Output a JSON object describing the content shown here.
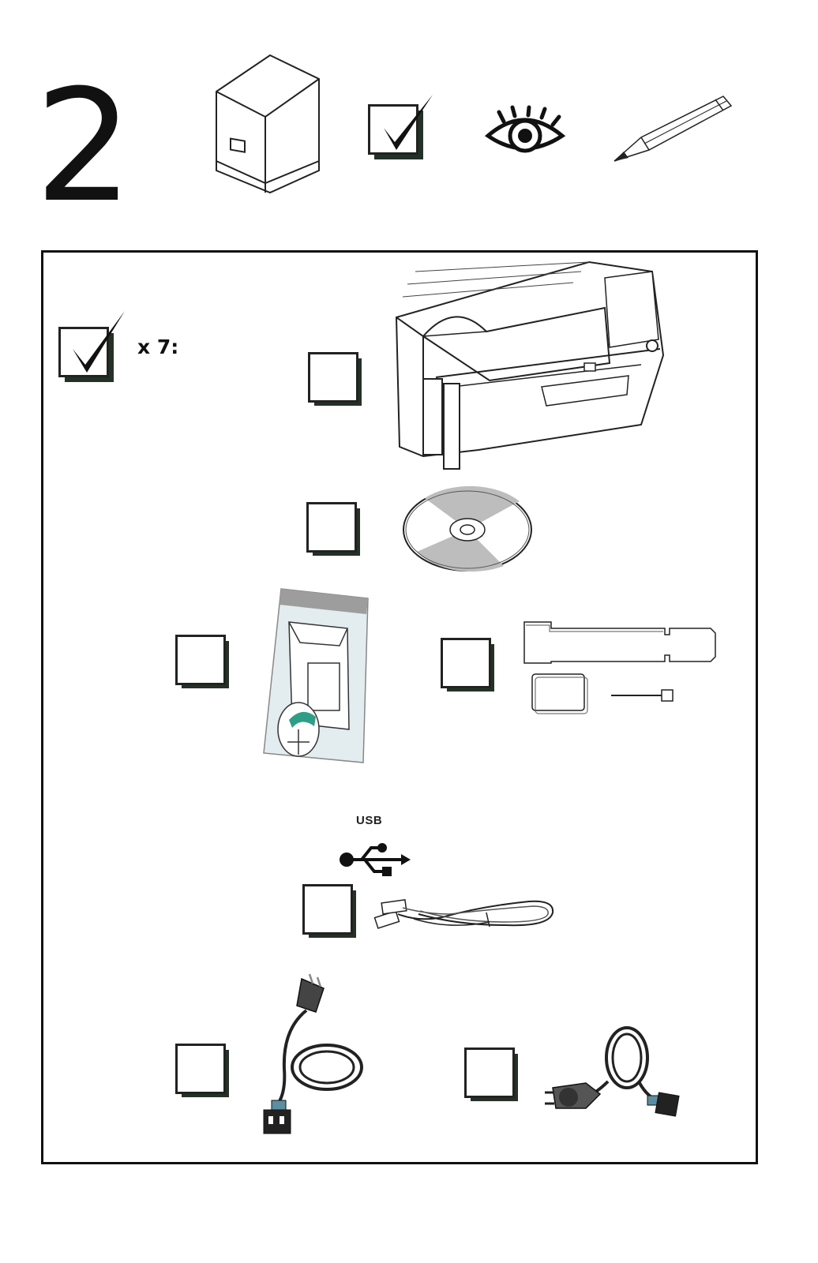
{
  "step": {
    "number": "2"
  },
  "header_icons": [
    "box-icon",
    "checkmark-icon",
    "eye-icon",
    "pencil-icon"
  ],
  "checklist": {
    "count_label": "x 7:",
    "items": [
      {
        "icon": "printer-icon"
      },
      {
        "icon": "cd-icon"
      },
      {
        "icon": "ribbon-cartridge-icon"
      },
      {
        "icon": "cleaning-kit-icon"
      },
      {
        "icon": "usb-cable-icon",
        "label": "USB"
      },
      {
        "icon": "power-cord-us-icon"
      },
      {
        "icon": "power-cord-eu-icon"
      }
    ]
  },
  "colors": {
    "ink": "#111111",
    "shadow": "#243127",
    "accent_teal": "#2f9e86",
    "gray": "#bdbdbd"
  }
}
